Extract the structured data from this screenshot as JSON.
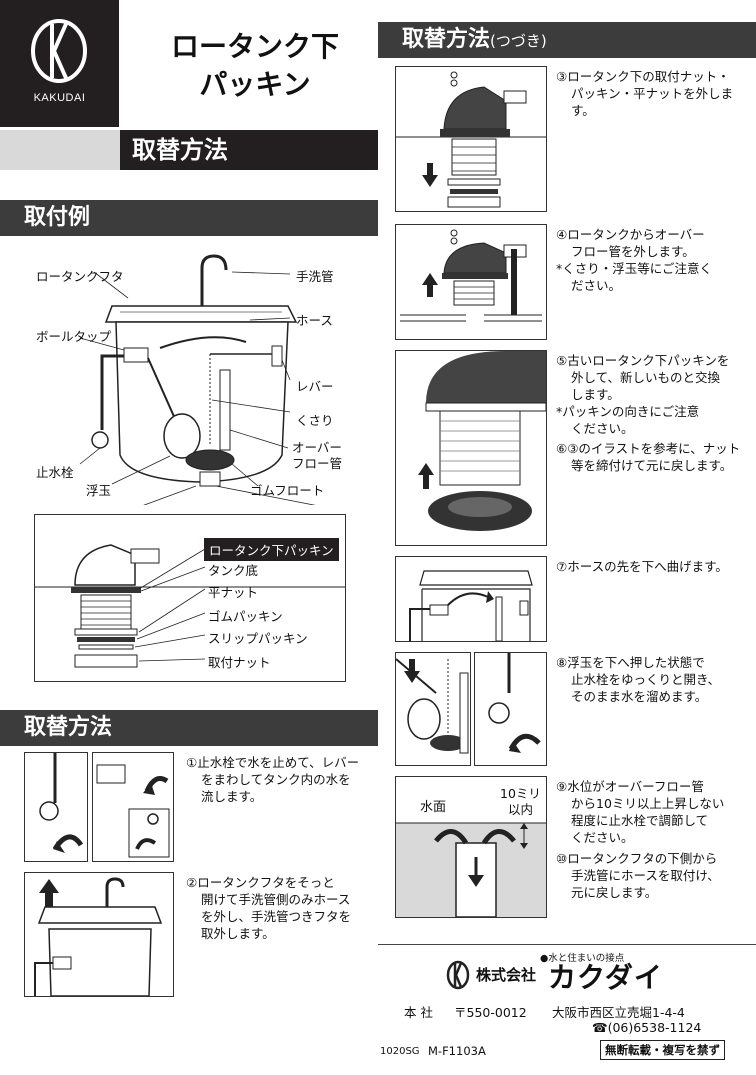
{
  "brand": {
    "logo_text": "KAKUDAI"
  },
  "title": {
    "line1": "ロータンク下",
    "line2": "パッキン"
  },
  "section_replace_top": "取替方法",
  "example": {
    "heading": "取付例",
    "labels": {
      "lid": "ロータンクフタ",
      "faucet": "手洗管",
      "hose": "ホース",
      "ball_tap": "ボールタップ",
      "lever": "レバー",
      "chain": "くさり",
      "overflow1": "オーバー",
      "overflow2": "フロー管",
      "stop_valve": "止水栓",
      "float": "浮玉",
      "rubber_float": "ゴムフロート"
    },
    "detail_labels": {
      "packing": "ロータンク下パッキン",
      "tank_bottom": "タンク底",
      "flat_nut": "平ナット",
      "rubber_packing": "ゴムパッキン",
      "slip_packing": "スリップパッキン",
      "mount_nut": "取付ナット"
    }
  },
  "method": {
    "heading": "取替方法",
    "step1": [
      "①止水栓で水を止めて、レバー",
      "をまわしてタンク内の水を",
      "流します。"
    ],
    "step2": [
      "②ロータンクフタをそっと",
      "開けて手洗管側のみホース",
      "を外し、手洗管つきフタを",
      "取外します。"
    ]
  },
  "continued": {
    "heading": "取替方法",
    "heading_suffix": "(つづき)",
    "step3": [
      "③ロータンク下の取付ナット・",
      "パッキン・平ナットを外します。"
    ],
    "step4": [
      "④ロータンクからオーバー",
      "フロー管を外します。",
      "*くさり・浮玉等にご注意く",
      "ださい。"
    ],
    "step5": [
      "⑤古いロータンク下パッキンを",
      "外して、新しいものと交換",
      "します。",
      "*パッキンの向きにご注意",
      "ください。"
    ],
    "step6": [
      "⑥③のイラストを参考に、ナット",
      "等を締付けて元に戻します。"
    ],
    "step7": [
      "⑦ホースの先を下へ曲げます。"
    ],
    "step8": [
      "⑧浮玉を下へ押した状態で",
      "止水栓をゆっくりと開き、",
      "そのまま水を溜めます。"
    ],
    "step9": [
      "⑨水位がオーバーフロー管",
      "から10ミリ以上上昇しない",
      "程度に止水栓で調節して",
      "ください。"
    ],
    "step10": [
      "⑩ロータンクフタの下側から",
      "手洗管にホースを取付け、",
      "元に戻します。"
    ],
    "diagram9": {
      "water_surface": "水面",
      "limit1": "10ミリ",
      "limit2": "以内"
    }
  },
  "footer": {
    "tagline": "●水と住まいの接点",
    "company_prefix": "株式会社",
    "company_name": "カクダイ",
    "hq_label": "本 社",
    "postal": "〒550-0012",
    "address": "大阪市西区立売堀1-4-4",
    "phone": "☎(06)6538-1124",
    "doc_code1": "1020SG",
    "doc_code2": "M-F1103A",
    "notice": "無断転載・複写を禁ず"
  },
  "colors": {
    "dark": "#231f20",
    "section": "#3c3c3c",
    "grey": "#d9d9d9"
  }
}
